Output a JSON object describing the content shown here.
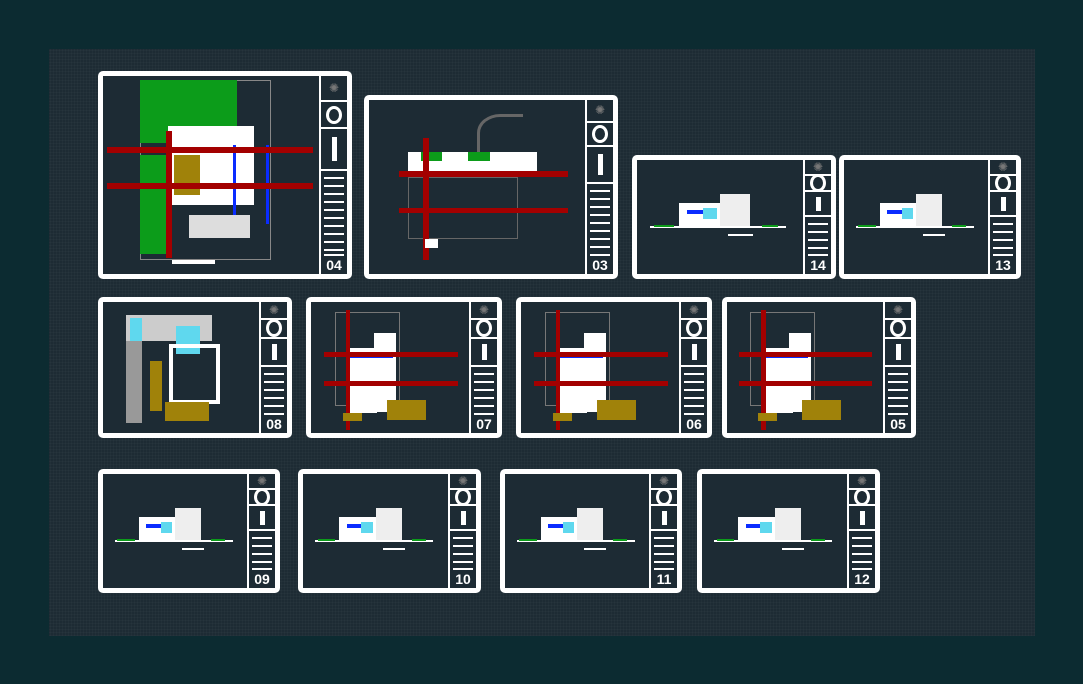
{
  "sheets": [
    {
      "number": "04",
      "kind": "site-plan"
    },
    {
      "number": "03",
      "kind": "plan"
    },
    {
      "number": "14",
      "kind": "elevation"
    },
    {
      "number": "13",
      "kind": "elevation"
    },
    {
      "number": "08",
      "kind": "roof"
    },
    {
      "number": "07",
      "kind": "floor-plan"
    },
    {
      "number": "06",
      "kind": "floor-plan"
    },
    {
      "number": "05",
      "kind": "floor-plan"
    },
    {
      "number": "09",
      "kind": "elevation"
    },
    {
      "number": "10",
      "kind": "elevation"
    },
    {
      "number": "11",
      "kind": "elevation"
    },
    {
      "number": "12",
      "kind": "elevation"
    }
  ],
  "colors": {
    "axis": "#a30000",
    "wall": "#ffffff",
    "blue": "#0a2cff",
    "lawn": "#0c9c1a",
    "ochre": "#a0820a",
    "glass": "#5fd8ee"
  }
}
